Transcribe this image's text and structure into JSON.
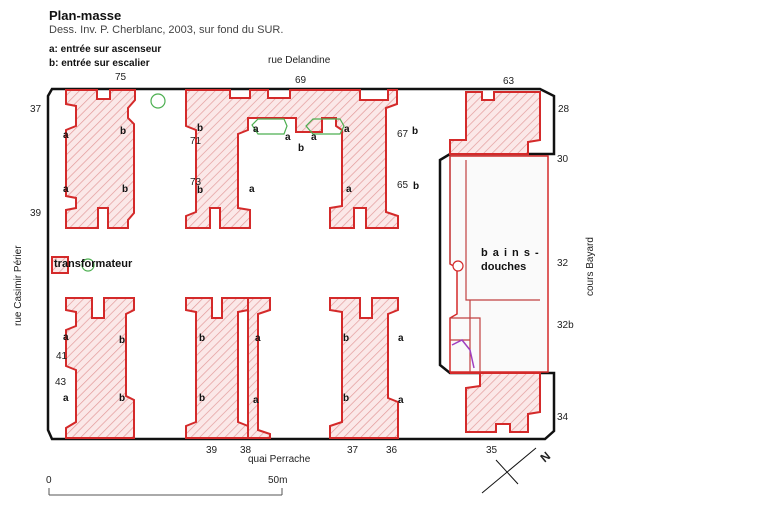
{
  "title": "Plan-masse",
  "credit": "Dess. Inv. P. Cherblanc, 2003, sur fond du SUR.",
  "legend": {
    "a": "a: entrée sur ascenseur",
    "b": "b: entrée sur escalier"
  },
  "streets": {
    "top": "rue Delandine",
    "bottom": "quai Perrache",
    "left": "rue Casimir Périer",
    "right": "cours Bayard"
  },
  "buildings": {
    "baths_line1": "b a i n s -",
    "baths_line2": "douches",
    "transformer": "transformateur"
  },
  "scale": {
    "start": "0",
    "end": "50m"
  },
  "north": "N",
  "numbers": {
    "n75": "75",
    "n69": "69",
    "n63": "63",
    "n28": "28",
    "n30": "30",
    "n32": "32",
    "n32b": "32b",
    "n34": "34",
    "n35": "35",
    "n36": "36",
    "n37b": "37",
    "n38": "38",
    "n39b": "39",
    "n37l": "37",
    "n39l": "39",
    "n41": "41",
    "n43": "43",
    "n71": "71",
    "n73": "73",
    "n67": "67",
    "n65": "65"
  },
  "entrance": {
    "a": "a",
    "b": "b"
  },
  "colors": {
    "wall": "#d42a2a",
    "hatch": "#e8a0a0",
    "fill": "#fbe6e6",
    "outline": "#111111",
    "green": "#4caf50"
  }
}
